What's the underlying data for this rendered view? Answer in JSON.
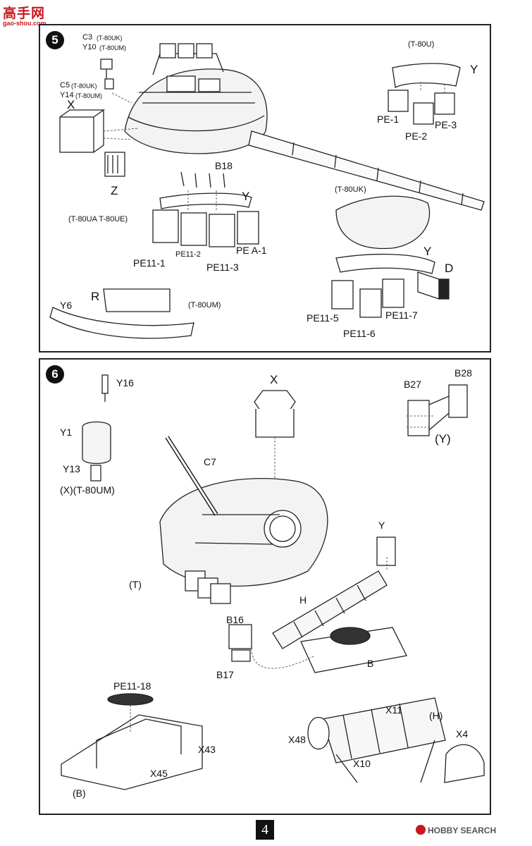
{
  "watermark": {
    "title": "高手网",
    "url": "gao-shou.com"
  },
  "step5": {
    "number": "5",
    "labels": {
      "c3": "C3",
      "c3_variant": "(T-80UK)",
      "y10": "Y10",
      "y10_variant": "(T-80UM)",
      "c5": "C5",
      "c5_variant": "(T-80UK)",
      "y14": "Y14",
      "y14_variant": "(T-80UM)",
      "x": "X",
      "z": "Z",
      "b18": "B18",
      "y_main": "Y",
      "variant_ua_ue": "(T-80UA T-80UE)",
      "pe11_1": "PE11-1",
      "pe11_2": "PE11-2",
      "pe11_3": "PE11-3",
      "pea_1": "PE A-1",
      "variant_u": "(T-80U)",
      "y_u": "Y",
      "pe_1": "PE-1",
      "pe_2": "PE-2",
      "pe_3": "PE-3",
      "variant_uk": "(T-80UK)",
      "y_uk": "Y",
      "d": "D",
      "pe11_5": "PE11-5",
      "pe11_6": "PE11-6",
      "pe11_7": "PE11-7",
      "y6": "Y6",
      "r": "R",
      "variant_um": "(T-80UM)"
    }
  },
  "step6": {
    "number": "6",
    "labels": {
      "y16": "Y16",
      "y1": "Y1",
      "y13": "Y13",
      "x_variant": "(X)(T-80UM)",
      "x": "X",
      "c7": "C7",
      "b27": "B27",
      "b28": "B28",
      "y_group": "(Y)",
      "y": "Y",
      "t": "(T)",
      "h": "H",
      "b16": "B16",
      "b17": "B17",
      "b": "B",
      "pe11_18": "PE11-18",
      "x43": "X43",
      "x45": "X45",
      "b_group": "(B)",
      "x11": "X11",
      "h_group": "(H)",
      "x48": "X48",
      "x4": "X4",
      "x10": "X10"
    }
  },
  "footer": {
    "page_number": "4",
    "logo": "HOBBY SEARCH"
  }
}
